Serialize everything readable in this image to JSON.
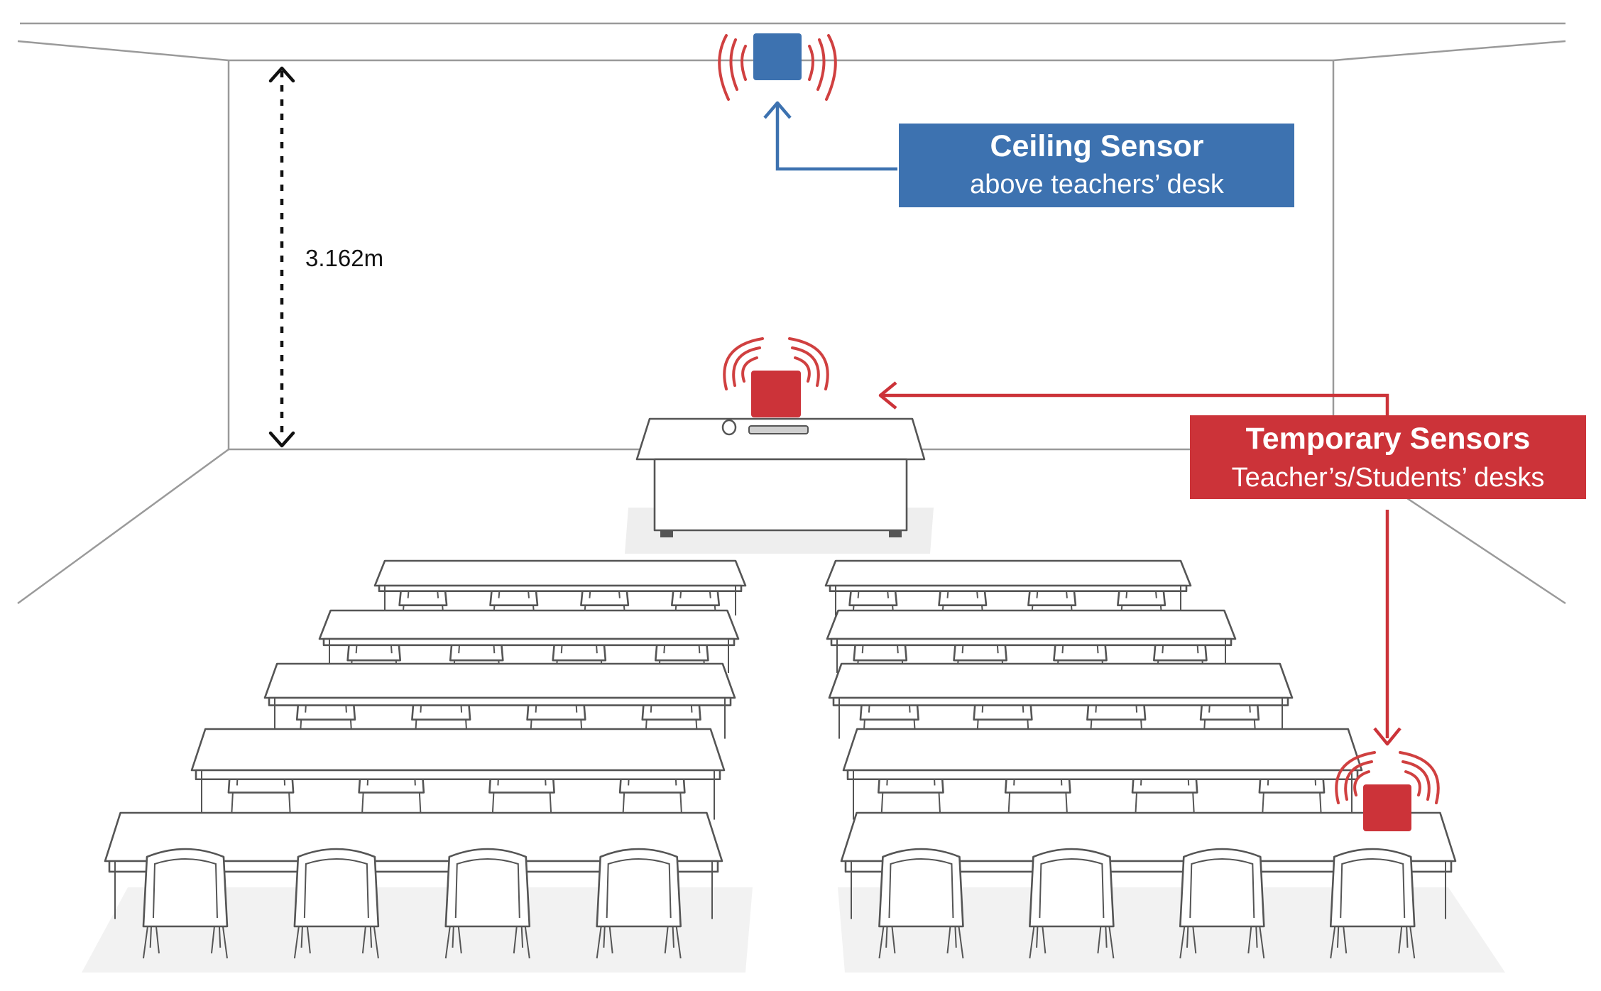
{
  "height_label": "3.162m",
  "ceiling_callout": {
    "title": "Ceiling Sensor",
    "subtitle": "above teachers’ desk"
  },
  "temporary_callout": {
    "title": "Temporary Sensors",
    "subtitle": "Teacher’s/Students’ desks"
  },
  "colors": {
    "blue": "#3d72b0",
    "red": "#cc3339",
    "wall_line": "#9a9a9a",
    "furniture_line": "#555555"
  },
  "icons": [
    "ceiling-sensor-icon",
    "desk-sensor-icon",
    "student-desk-sensor-icon",
    "signal-waves-icon"
  ]
}
